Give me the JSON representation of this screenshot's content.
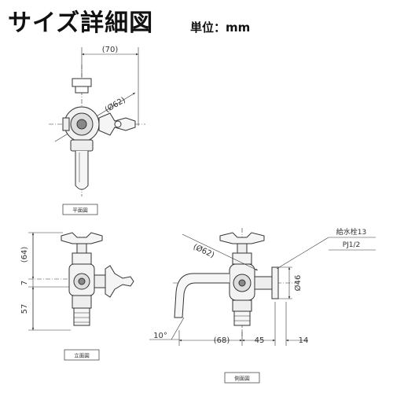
{
  "header": {
    "title": "サイズ詳細図",
    "unit": "単位：mm"
  },
  "views": {
    "plan": {
      "label": "平面図"
    },
    "front": {
      "label": "立面図"
    },
    "side": {
      "label": "側面図"
    }
  },
  "dimensions": {
    "plan_width": "(70)",
    "plan_diameter": "(Ø62)",
    "front_top": "(64)",
    "front_mid": "7",
    "front_bottom": "57",
    "side_diameter": "(Ø62)",
    "side_flange": "Ø46",
    "side_spout": "(68)",
    "side_mid": "45",
    "side_end": "14",
    "side_angle": "10°"
  },
  "callout": {
    "line1": "給水栓13",
    "line2": "PJ1/2"
  }
}
